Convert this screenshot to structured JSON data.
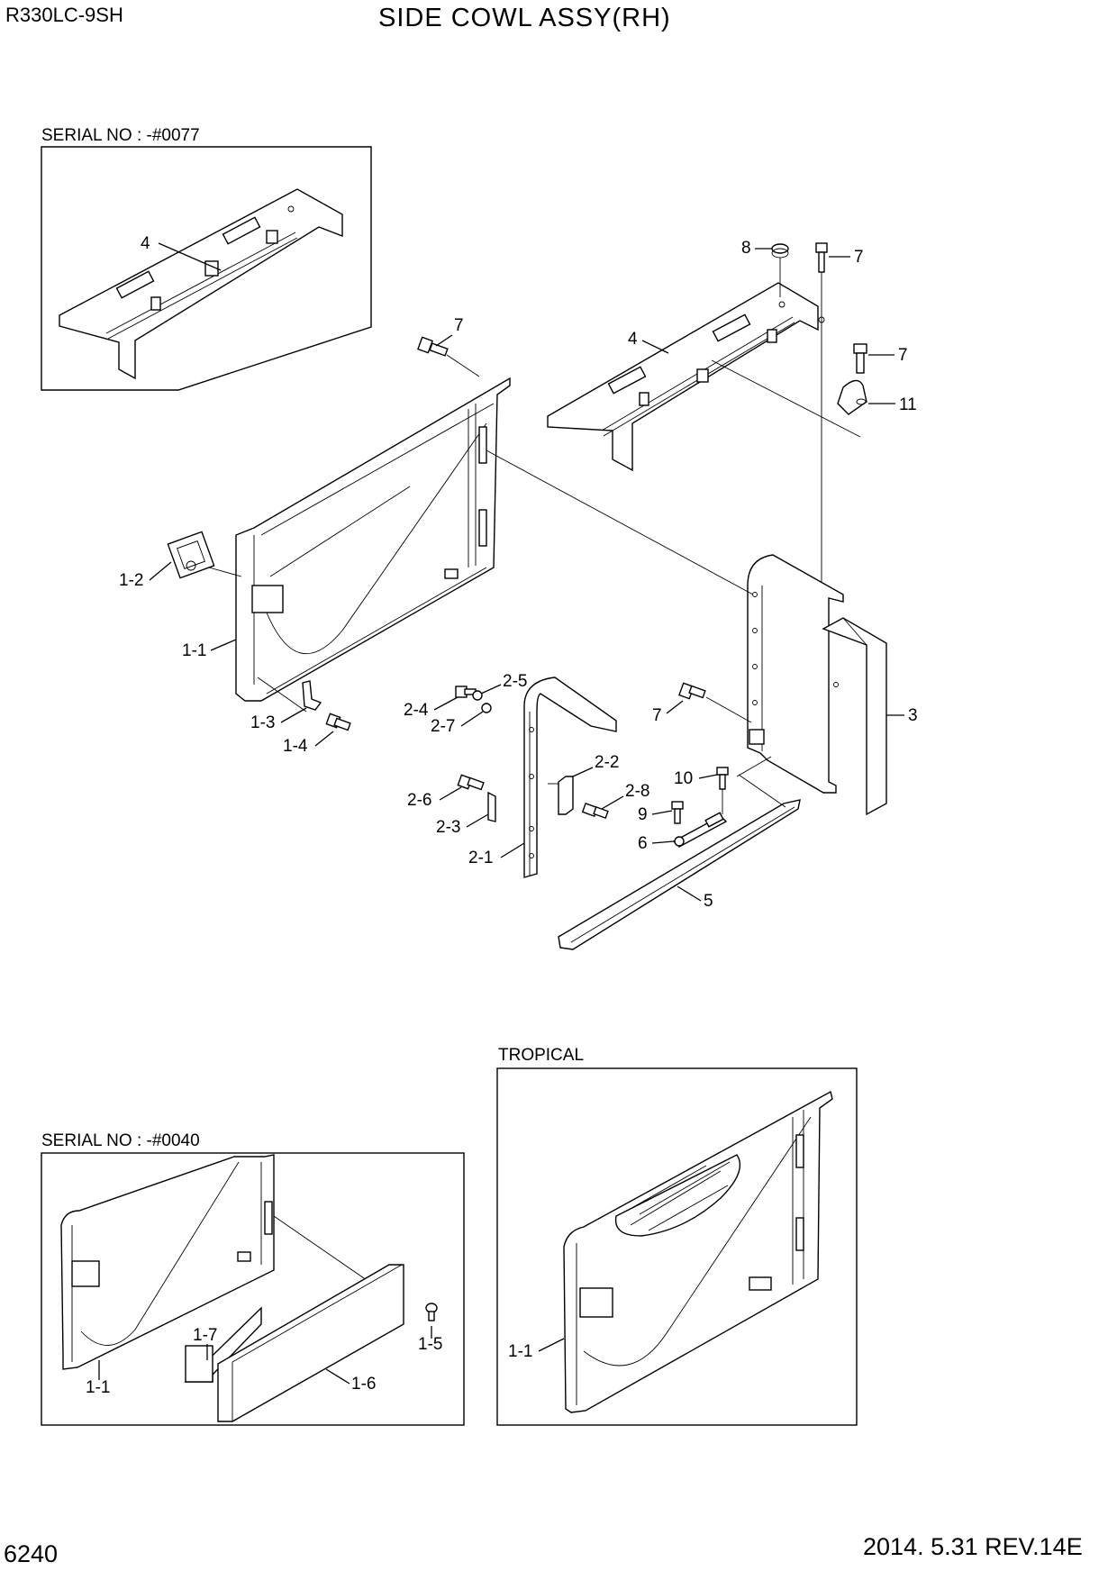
{
  "header": {
    "model": "R330LC-9SH",
    "title": "SIDE COWL ASSY(RH)"
  },
  "footer": {
    "page_number": "6240",
    "revision": "2014. 5.31  REV.14E"
  },
  "insets": {
    "serial_0077": "SERIAL NO : -#0077",
    "serial_0040": "SERIAL NO : -#0040",
    "tropical": "TROPICAL"
  },
  "callouts": {
    "inset1_4": "4",
    "c8": "8",
    "c7a": "7",
    "c7b": "7",
    "c7c": "7",
    "c4": "4",
    "c11": "11",
    "c1_2": "1-2",
    "c1_1": "1-1",
    "c1_3": "1-3",
    "c1_4": "1-4",
    "c2_4": "2-4",
    "c2_5": "2-5",
    "c2_7": "2-7",
    "c2_2": "2-2",
    "c2_6": "2-6",
    "c2_8": "2-8",
    "c2_3": "2-3",
    "c2_1": "2-1",
    "c7d": "7",
    "c3": "3",
    "c10": "10",
    "c9": "9",
    "c6": "6",
    "c5": "5",
    "s_1_7": "1-7",
    "s_1_5": "1-5",
    "s_1_1": "1-1",
    "s_1_6": "1-6",
    "t_1_1": "1-1"
  }
}
